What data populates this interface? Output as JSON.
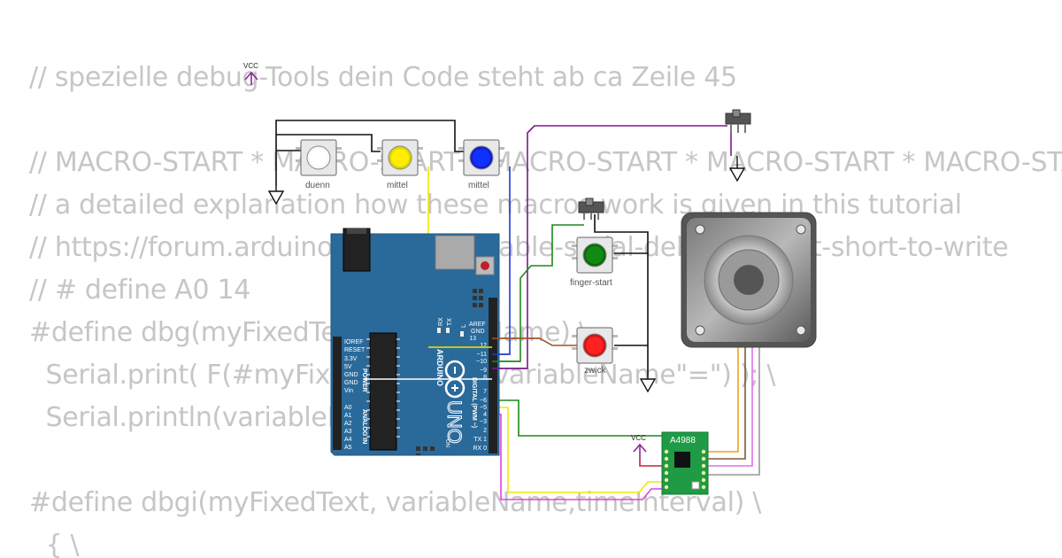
{
  "code_lines": [
    "// spezielle debug-Tools dein Code steht ab ca Zeile 45",
    "",
    "// MACRO-START * MACRO-START * MACRO-START * MACRO-START * MACRO-START",
    "// a detailed explanation how these macros work is given in this tutorial",
    "// https://forum.arduino.cc/t/comfortable-serial-debug-output-short-to-write",
    "// # define A0 14",
    "#define dbg(myFixedText, variableName) \\",
    "  Serial.print( F(#myFixedText \" \"  #variableName\"=\") ); \\",
    "  Serial.println(variableName);",
    "",
    "",
    "#define dbgi(myFixedText, variableName,timeInterval) \\",
    "  { \\"
  ],
  "buttons": {
    "duenn": "duenn",
    "mittel_yellow": "mittel",
    "mittel_blue": "mittel",
    "finger_start": "finger-start",
    "zwick": "zwick"
  },
  "vcc_label": "VCC",
  "driver_label": "A4988",
  "board": {
    "name": "UNO",
    "brand": "ARDUINO",
    "digital_label": "DIGITAL (PWM ~)",
    "power_label": "POWER",
    "analog_label": "ANALOG IN",
    "on_label": "ON",
    "aref": "AREF",
    "gnd": "GND",
    "led_labels": [
      "RX",
      "TX",
      "L"
    ],
    "digital_pins": [
      "13",
      "12",
      "~11",
      "~10",
      "~9",
      "8",
      "7",
      "~6",
      "~5",
      "4",
      "~3",
      "2",
      "TX 1",
      "RX 0"
    ],
    "power_pins": [
      "IOREF",
      "RESET",
      "3.3V",
      "5V",
      "GND",
      "GND",
      "Vin"
    ],
    "analog_pins": [
      "A0",
      "A1",
      "A2",
      "A3",
      "A4",
      "A5"
    ]
  },
  "colors": {
    "code_text": "#c6c6c6",
    "board": "#2a6a9a",
    "wire_yellow": "#f2e600",
    "wire_blue": "#1a3ad6",
    "wire_purple": "#7a1a8a",
    "wire_green": "#1a8a1a",
    "wire_brown": "#a0522d",
    "wire_magenta": "#e040e0",
    "wire_orange": "#f0a020",
    "driver": "#1f9a45"
  }
}
